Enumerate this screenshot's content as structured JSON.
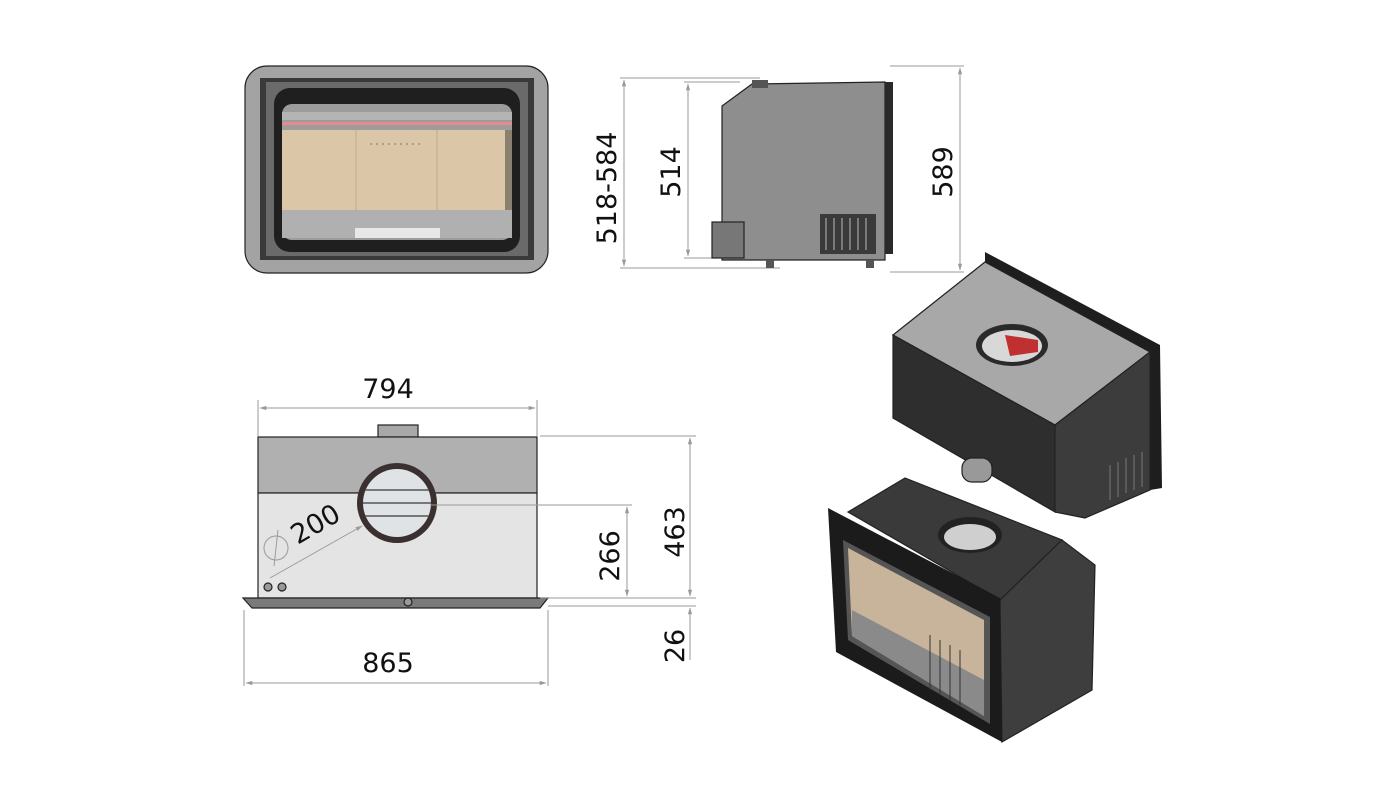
{
  "drawing": {
    "views": [
      "front-view",
      "side-view",
      "top-view",
      "iso-view-rear",
      "iso-view-front"
    ],
    "dimensions": {
      "width_body": "794",
      "width_frame": "865",
      "height_total": "463",
      "flue_height": "266",
      "base_offset": "26",
      "flue_diameter": "200",
      "front_height_range": "518-584",
      "side_depth": "514",
      "side_height": "589"
    },
    "colors": {
      "body_gray": "#8e8e8e",
      "frame_dark": "#2a2a2a",
      "firebrick": "#dcc6a8",
      "accent_red": "#e88080"
    }
  }
}
